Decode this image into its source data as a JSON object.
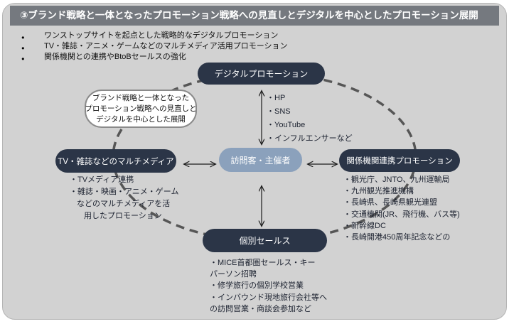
{
  "header": {
    "title": "③ブランド戦略と一体となったプロモーション戦略への見直しとデジタルを中心としたプロモーション展開",
    "bg": "#75797f"
  },
  "bullets": [
    "ワンストップサイトを起点とした戦略的なデジタルプロモーション",
    "TV・雑誌・アニメ・ゲームなどのマルチメディア活用プロモーション",
    "関係機関との連携やBtoBセールスの強化"
  ],
  "callout": {
    "lines": [
      "ブランド戦略と一体となった",
      "プロモーション戦略への見直しと",
      "デジタルを中心とした展開"
    ]
  },
  "nodes": {
    "top": {
      "label": "デジタルプロモーション",
      "bg": "#2b3547"
    },
    "left": {
      "label": "TV・雑誌などのマルチメディア",
      "bg": "#2b3547"
    },
    "center": {
      "label": "訪問客・主催者",
      "bg": "#8ba1bc"
    },
    "right": {
      "label": "関係機関連携プロモーション",
      "bg": "#2b3547"
    },
    "bottom": {
      "label": "個別セールス",
      "bg": "#2b3547"
    }
  },
  "lists": {
    "digital": [
      "・HP",
      "・SNS",
      "・YouTube",
      "・インフルエンサーなど"
    ],
    "multimedia": [
      "・TVメディア連携",
      "・雑誌・映画・アニメ・ゲーム",
      "などのマルチメディアを活",
      "用したプロモーション"
    ],
    "partners": [
      "・観光庁、JNTO、九州運輸局",
      "・九州観光推進機構",
      "・長崎県、長崎県観光連盟",
      "・交通機関(JR、飛行機、バス等)",
      "・新幹線DC",
      "・長崎開港450周年記念などの"
    ],
    "sales": [
      "・MICE首都圏セールス・キー",
      "パーソン招聘",
      "・修学旅行の個別学校営業",
      "・インバウンド現地旅行会社等へ",
      "の訪問営業・商談会参加など"
    ]
  },
  "diagram": {
    "dash_color": "#565656",
    "arrow_color": "#1c1c1c",
    "panel_bg": "#d2d2d2"
  }
}
